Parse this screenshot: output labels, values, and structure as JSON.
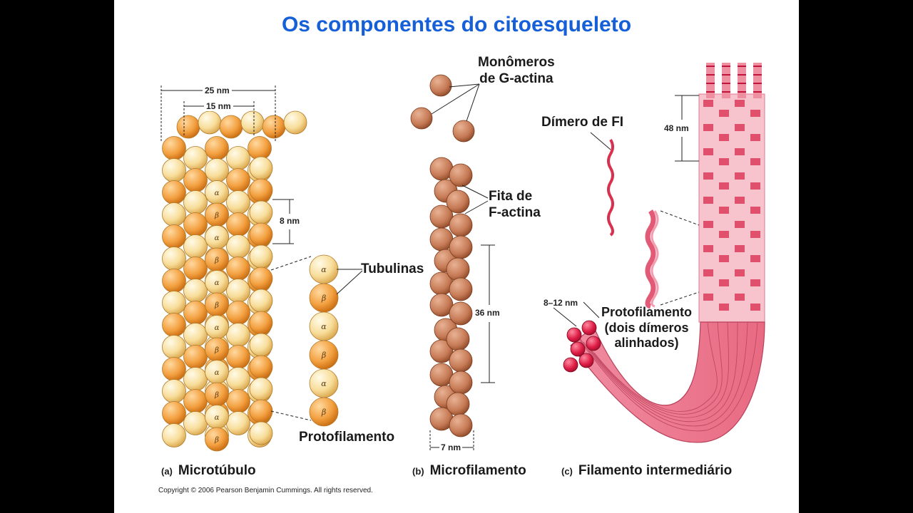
{
  "title": "Os componentes do citoesqueleto",
  "microtubule": {
    "dim_outer": "25 nm",
    "dim_inner": "15 nm",
    "dim_step": "8 nm",
    "tubulin_label": "Tubulinas",
    "protofilament_label": "Protofilamento",
    "alpha": "α",
    "beta": "β",
    "caption_letter": "(a)",
    "caption": "Microtúbulo"
  },
  "microfilament": {
    "monomer_label": "Monômeros\nde G-actina",
    "strand_label": "Fita de\nF-actina",
    "dim_repeat": "36 nm",
    "dim_width": "7 nm",
    "caption_letter": "(b)",
    "caption": "Microfilamento"
  },
  "intermediate": {
    "dimer_label": "Dímero de FI",
    "dim_repeat": "48 nm",
    "dim_width": "8–12 nm",
    "protofilament_label": "Protofilamento\n(dois dímeros\nalinhados)",
    "caption_letter": "(c)",
    "caption": "Filamento intermediário"
  },
  "copyright": "Copyright © 2006 Pearson Benjamin Cummings. All rights reserved.",
  "colors": {
    "title": "#1560d8",
    "alpha_tubulin": "#f7d98e",
    "beta_tubulin": "#f29b3a",
    "actin": "#b8643f",
    "intermediate": "#e86a82"
  }
}
